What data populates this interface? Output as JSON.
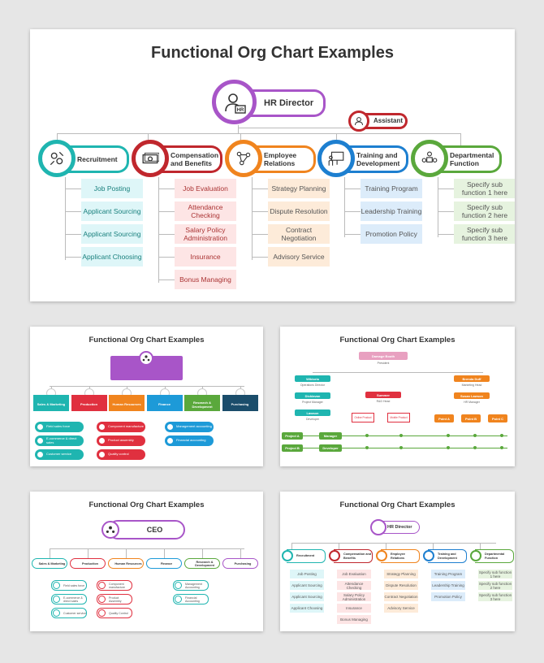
{
  "title": "Functional Org Chart Examples",
  "main": {
    "top": "HR Director",
    "hr_badge": "HR",
    "assistant": "Assistant",
    "colors": {
      "purple": "#a855c8",
      "red": "#c0272d",
      "teal": "#1fb5b0",
      "orange": "#f0841e",
      "blue": "#1d7fd0",
      "green": "#5aa83c"
    },
    "depts": [
      {
        "name": "Recruitment",
        "icon": "gears-icon",
        "items": [
          "Job Posting",
          "Applicant Sourcing",
          "Applicant Sourcing",
          "Applicant Choosing"
        ]
      },
      {
        "name": "Compensation and Benefits",
        "icon": "money-icon",
        "items": [
          "Job Evaluation",
          "Attendance Checking",
          "Salary Policy Administration",
          "Insurance",
          "Bonus Managing"
        ]
      },
      {
        "name": "Employee Relations",
        "icon": "network-icon",
        "items": [
          "Strategy Planning",
          "Dispute Resolution",
          "Contract Negotiation",
          "Advisory Service"
        ]
      },
      {
        "name": "Training and Development",
        "icon": "presentation-icon",
        "items": [
          "Training Program",
          "Leadership Training",
          "Promotion Policy"
        ]
      },
      {
        "name": "Departmental Function",
        "icon": "team-icon",
        "items": [
          "Specify sub function 1 here",
          "Specify sub function 2 here",
          "Specify sub function 3 here"
        ]
      }
    ]
  },
  "thumb1": {
    "cols": [
      "Sales & Marketing",
      "Production",
      "Human Resources",
      "Finance",
      "Research & Development",
      "Purchasing"
    ],
    "col_colors": [
      "#1fb5b0",
      "#e0303f",
      "#f0841e",
      "#1d9ad8",
      "#5aa83c",
      "#1b4d6b"
    ],
    "pills_teal": [
      "Field sales force",
      "E-commerce & direct sales",
      "Customer service"
    ],
    "pills_red": [
      "Component manufacture",
      "Product assembly",
      "Quality control"
    ],
    "pills_blue": [
      "Management accounting",
      "Financial accounting"
    ]
  },
  "thumb2": {
    "top": "Damage Booth",
    "top_sub": "President",
    "left": [
      {
        "name": "Wiktoria",
        "sub": "Operations Director"
      },
      {
        "name": "Dicklavan",
        "sub": "Project Manager"
      },
      {
        "name": "Lawson",
        "sub": "Developer"
      }
    ],
    "mid": {
      "name": "Summer",
      "sub": "R&D Head"
    },
    "mid_items": [
      "Online Product",
      "Mobile Product"
    ],
    "right": [
      {
        "name": "Brenda Duff",
        "sub": "Marketing Head"
      },
      {
        "name": "Susan Lawson",
        "sub": "HR Manager"
      }
    ],
    "points": [
      "Point A",
      "Point B",
      "Point C"
    ],
    "projects": [
      "Project A",
      "Project B"
    ],
    "roles": [
      "Manager",
      "Developer"
    ]
  },
  "thumb3": {
    "top": "CEO",
    "cols": [
      "Sales & Marketing",
      "Production",
      "Human Resources",
      "Finance",
      "Research & Development",
      "Purchasing"
    ],
    "items_a": [
      "Field sales force",
      "E-commerce & direct sales",
      "Customer service"
    ],
    "items_b": [
      "Component manufacture",
      "Product Assembly",
      "Quality Control"
    ],
    "items_c": [
      "Management Accounting",
      "Financial Accounting"
    ]
  },
  "thumb4": {
    "top": "HR Director",
    "depts": [
      "Recruitment",
      "Compensation and Benefits",
      "Employee Relations",
      "Training and Development",
      "Departmental Function"
    ],
    "items": [
      [
        "Job Posting",
        "Applicant Sourcing",
        "Applicant Sourcing",
        "Applicant Choosing"
      ],
      [
        "Job Evaluation",
        "Attendance Checking",
        "Salary Policy Administration",
        "Insurance",
        "Bonus Managing"
      ],
      [
        "Strategy Planning",
        "Dispute Resolution",
        "Contract Negotiation",
        "Advisory Service"
      ],
      [
        "Training Program",
        "Leadership Training",
        "Promotion Policy"
      ],
      [
        "Specify sub function 1 here",
        "Specify sub function 2 here",
        "Specify sub function 3 here"
      ]
    ]
  }
}
